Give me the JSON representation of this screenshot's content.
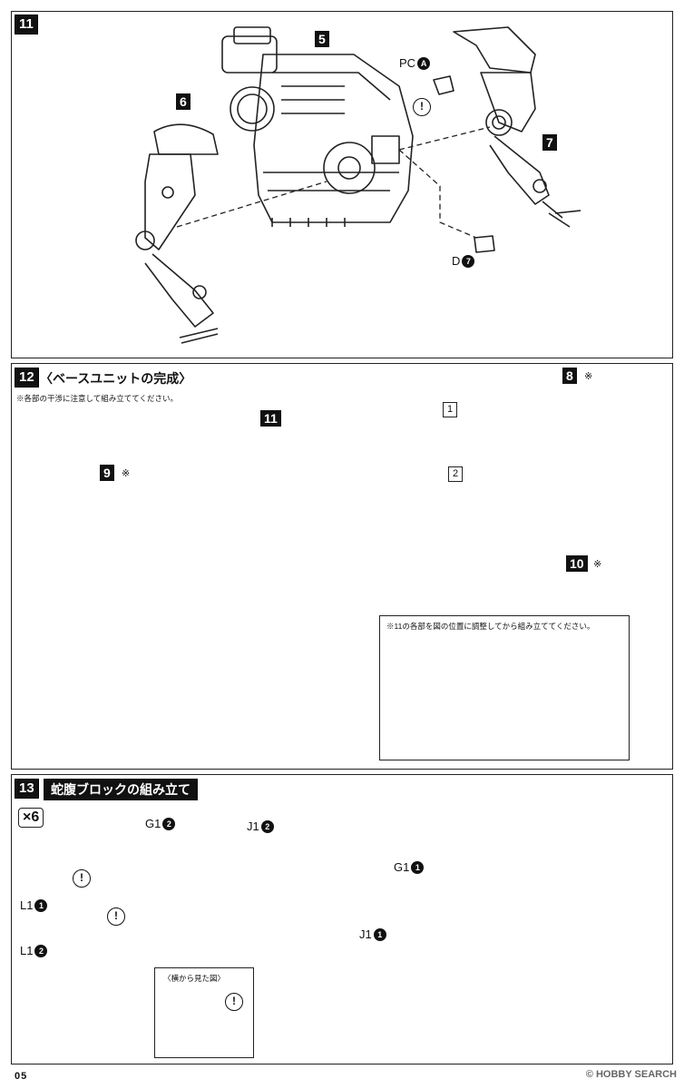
{
  "steps": {
    "s11": {
      "badge": "11",
      "parts": {
        "p5": "5",
        "p6": "6",
        "p7": "7"
      },
      "labels": {
        "pc": "PC",
        "pc_runner": "A",
        "d": "D",
        "d_runner": "7"
      }
    },
    "s12": {
      "badge": "12",
      "title": "〈ベースユニットの完成〉",
      "note": "※各部の干渉に注意して組み立ててください。",
      "parts": {
        "p11": "11",
        "p8": "8",
        "p9": "9",
        "p10": "10"
      },
      "mark": "※",
      "boxes": {
        "b1": "1",
        "b2": "2"
      },
      "sub_note": "※11の各部を図の位置に調整してから組み立ててください。"
    },
    "s13": {
      "badge": "13",
      "title": "蛇腹ブロックの組み立て",
      "multiplier": "×6",
      "labels": {
        "g1_2": {
          "name": "G1",
          "runner": "2"
        },
        "j1_2": {
          "name": "J1",
          "runner": "2"
        },
        "l1_1": {
          "name": "L1",
          "runner": "1"
        },
        "l1_2": {
          "name": "L1",
          "runner": "2"
        },
        "g1_1": {
          "name": "G1",
          "runner": "1"
        },
        "j1_1": {
          "name": "J1",
          "runner": "1"
        }
      },
      "side_view": "〈横から見た図〉"
    }
  },
  "warning_glyph": "!",
  "page_number": "05",
  "watermark": "© HOBBY SEARCH"
}
